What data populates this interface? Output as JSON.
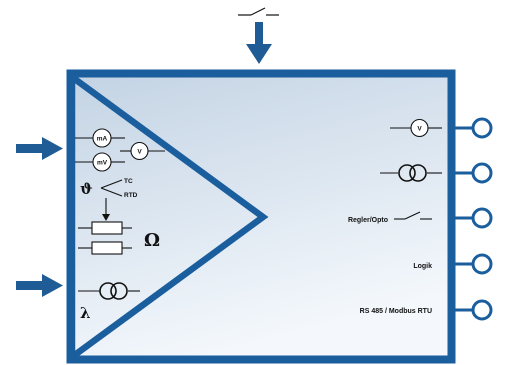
{
  "colors": {
    "frame": "#1b5e9e",
    "arrow": "#1f5c96",
    "panel_top": "#c3d3e4",
    "panel_bottom": "#f4f8fc",
    "wire": "#111111"
  },
  "inputs": {
    "milliamp_meter": "mA",
    "voltage_meter": "V",
    "millivolt_meter": "mV",
    "temperature_symbol": "ϑ",
    "thermocouple_label": "TC",
    "rtd_label": "RTD",
    "resistance_symbol": "Ω",
    "lambda_symbol": "λ"
  },
  "outputs": {
    "voltage_meter": "V",
    "controller_label": "Regler/Opto",
    "logic_label": "Logik",
    "bus_label": "RS 485 / Modbus RTU"
  }
}
